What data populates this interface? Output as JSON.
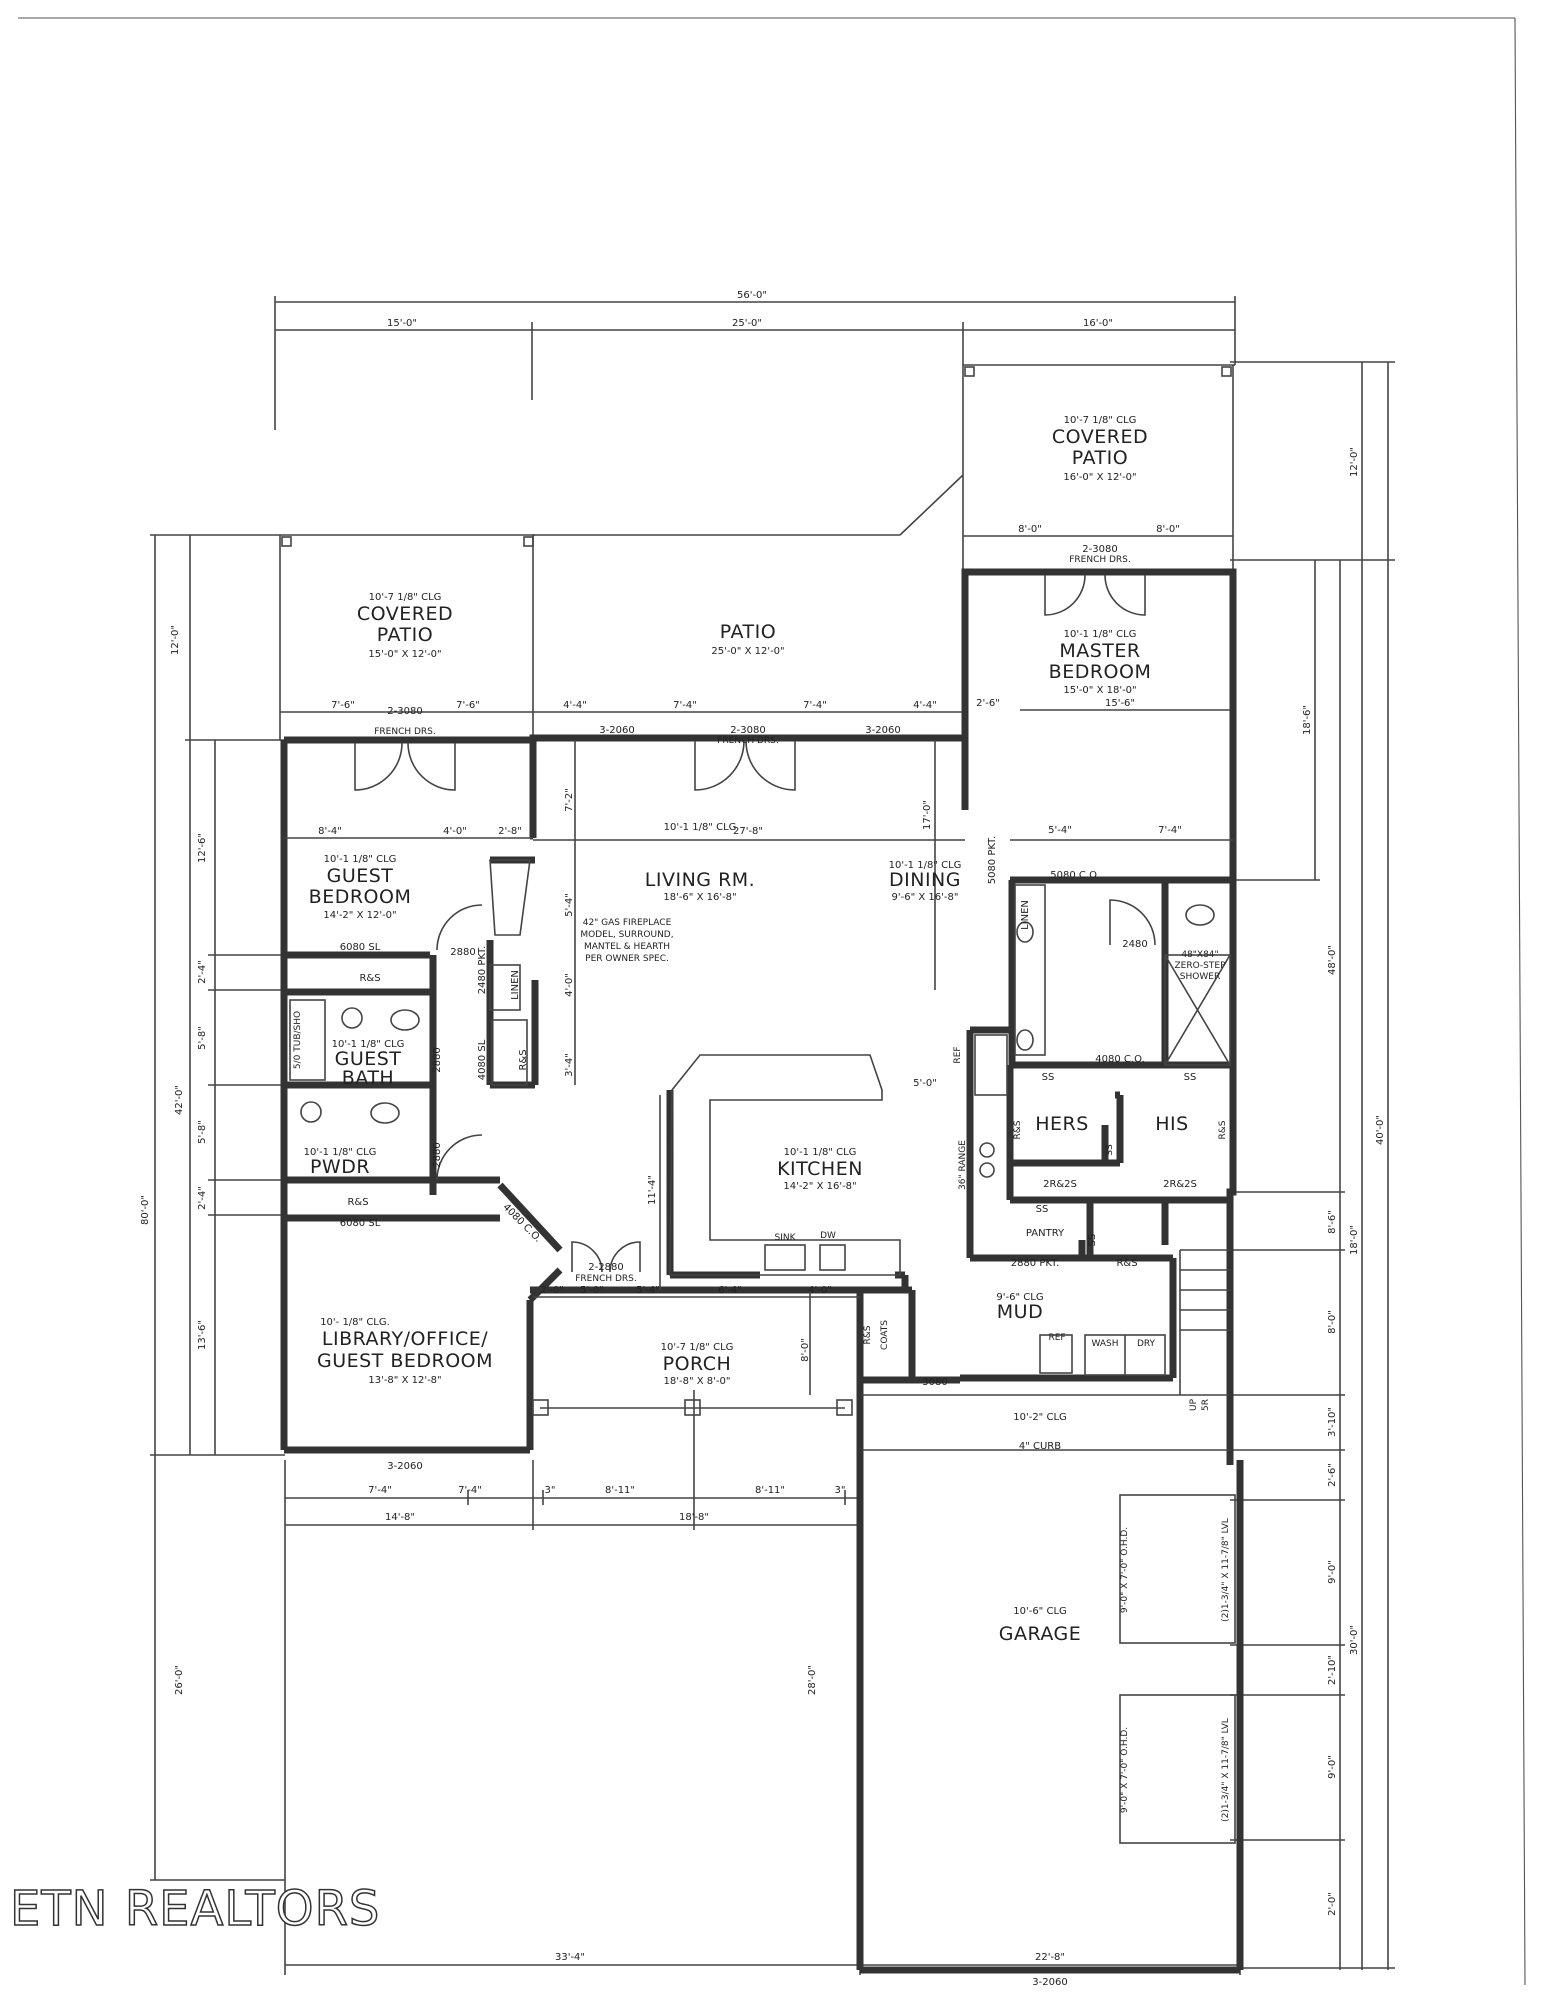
{
  "watermark": "ETN REALTORS",
  "dims": {
    "overall_top": "56'-0\"",
    "top_a": "15'-0\"",
    "top_b": "25'-0\"",
    "top_c": "16'-0\"",
    "cp_master_split_a": "8'-0\"",
    "cp_master_split_b": "8'-0\"",
    "cp_left_split_a": "7'-6\"",
    "cp_left_split_b": "7'-6\"",
    "patio_split_a": "4'-4\"",
    "patio_split_b": "7'-4\"",
    "patio_split_c": "7'-4\"",
    "patio_split_d": "4'-4\"",
    "master_split_a": "2'-6\"",
    "master_split_b": "15'-6\"",
    "guest_split_a": "8'-4\"",
    "guest_split_b": "4'-0\"",
    "guest_split_c": "2'-8\"",
    "living_width": "27'-8\"",
    "dining_height": "17'-0\"",
    "master_split_c": "5'-4\"",
    "master_split_d": "7'-4\"",
    "kitchen_split": "5'-0\"",
    "living_vert_a": "7'-2\"",
    "living_vert_b": "5'-4\"",
    "living_vert_c": "4'-0\"",
    "living_vert_d": "3'-4\"",
    "kitchen_vert": "11'-4\"",
    "porch_split_a": "2'-0\"",
    "porch_split_b": "5'-0\"",
    "porch_split_c": "5'-4\"",
    "porch_split_d": "6'-4\"",
    "porch_split_e": "4'-0\"",
    "porch_vert": "8'-0\"",
    "bottom_a": "7'-4\"",
    "bottom_b": "7'-4\"",
    "bottom_c": "3\"",
    "bottom_d": "8'-11\"",
    "bottom_e": "8'-11\"",
    "bottom_f": "3\"",
    "bottom_g": "14'-8\"",
    "bottom_h": "18'-8\"",
    "garage_depth": "28'-0\"",
    "left_drive": "26'-0\"",
    "overall_bottom_a": "33'-4\"",
    "overall_bottom_b": "22'-8\"",
    "left_a": "12'-0\"",
    "left_b": "12'-6\"",
    "left_c": "2'-4\"",
    "left_d": "5'-8\"",
    "left_e": "5'-8\"",
    "left_f": "2'-4\"",
    "left_g": "13'-6\"",
    "left_total_a": "42'-0\"",
    "left_total_b": "80'-0\"",
    "right_a": "12'-0\"",
    "right_b": "18'-6\"",
    "right_c": "48'-0\"",
    "right_d": "8'-6\"",
    "right_e": "8'-0\"",
    "right_f": "3'-10\"",
    "right_g": "2'-6\"",
    "right_h": "9'-0\"",
    "right_i": "2'-10\"",
    "right_j": "9'-0\"",
    "right_k": "2'-0\"",
    "right_l": "30'-0\"",
    "right_m": "18'-0\"",
    "right_n": "40'-0\""
  },
  "rooms": {
    "covered_patio_right": {
      "ceiling": "10'-7 1/8\" CLG",
      "name1": "COVERED",
      "name2": "PATIO",
      "size": "16'-0\" X 12'-0\""
    },
    "covered_patio_left": {
      "ceiling": "10'-7 1/8\" CLG",
      "name1": "COVERED",
      "name2": "PATIO",
      "size": "15'-0\" X 12'-0\""
    },
    "patio": {
      "name": "PATIO",
      "size": "25'-0\" X 12'-0\""
    },
    "master": {
      "ceiling": "10'-1 1/8\" CLG",
      "name1": "MASTER",
      "name2": "BEDROOM",
      "size": "15'-0\" X 18'-0\""
    },
    "guest_bedroom": {
      "ceiling": "10'-1 1/8\" CLG",
      "name1": "GUEST",
      "name2": "BEDROOM",
      "size": "14'-2\" X 12'-0\""
    },
    "living": {
      "ceiling": "10'-1 1/8\" CLG",
      "name": "LIVING RM.",
      "size": "18'-6\" X 16'-8\""
    },
    "dining": {
      "ceiling": "10'-1 1/8\" CLG",
      "name": "DINING",
      "size": "9'-6\" X 16'-8\""
    },
    "guest_bath": {
      "ceiling": "10'-1 1/8\" CLG",
      "name1": "GUEST",
      "name2": "BATH"
    },
    "pwdr": {
      "ceiling": "10'-1 1/8\" CLG",
      "name": "PWDR"
    },
    "kitchen": {
      "ceiling": "10'-1 1/8\" CLG",
      "name": "KITCHEN",
      "size": "14'-2\" X 16'-8\""
    },
    "library": {
      "ceiling": "10'- 1/8\" CLG.",
      "name1": "LIBRARY/OFFICE/",
      "name2": "GUEST BEDROOM",
      "size": "13'-8\" X 12'-8\""
    },
    "porch": {
      "ceiling": "10'-7 1/8\" CLG",
      "name": "PORCH",
      "size": "18'-8\" X 8'-0\""
    },
    "mud": {
      "ceiling": "9'-6\" CLG",
      "name": "MUD"
    },
    "garage": {
      "ceiling": "10'-6\" CLG",
      "name": "GARAGE",
      "curb": "4\" CURB",
      "ceiling2": "10'-2\" CLG"
    },
    "hers": {
      "name": "HERS"
    },
    "his": {
      "name": "HIS"
    },
    "pantry": {
      "name": "PANTRY"
    }
  },
  "notes": {
    "door_master": "2-3080",
    "door_master2": "FRENCH DRS.",
    "door_left_cp": "2-3080",
    "door_left_cp2": "FRENCH DRS.",
    "door_living": "2-3080",
    "door_living2": "FRENCH DRS.",
    "win_3060": "3-2060",
    "win_3060b": "3-2060",
    "win_library": "3-2060",
    "win_garage": "3-2060",
    "win_6080sl": "6080 SL",
    "win_6080sl2": "6080 SL",
    "fireplace1": "42\" GAS FIREPLACE",
    "fireplace2": "MODEL, SURROUND,",
    "fireplace3": "MANTEL & HEARTH",
    "fireplace4": "PER OWNER SPEC.",
    "rs_1": "R&S",
    "rs_2": "R&S",
    "rs_3": "R&S",
    "rs_4": "R&S",
    "rs_5": "R&S",
    "rs_6": "R&S",
    "linen_1": "LINEN",
    "linen_2": "LINEN",
    "pkt_2480": "2480 PKT.",
    "sl_4080": "4080 SL",
    "door_2880": "2880",
    "door_2880b": "2880",
    "door_2880c": "2880",
    "door_2480": "2480",
    "co_5080": "5080 C.O.",
    "co_4080": "4080 C.O.",
    "pkt_5080": "5080 PKT.",
    "shower1": "48\"X84\"",
    "shower2": "ZERO-STEP",
    "shower3": "SHOWER",
    "tub": "5/0 TUB/SHO",
    "co_4080b": "4080 C.O.",
    "ss_1": "SS",
    "ss_2": "SS",
    "ss_3": "SS",
    "ss_4": "SS",
    "ss_5": "SS",
    "r2s": "2R&2S",
    "r2s_b": "2R&2S",
    "ref": "REF",
    "ref2": "REF",
    "range": "36\" RANGE",
    "sink": "SINK",
    "dw": "DW",
    "french_2880": "2-2880",
    "french_2880b": "FRENCH DRS.",
    "pkt_2880": "2880 PKT.",
    "rs_coats": "R&S",
    "coats": "COATS",
    "door_3080": "3080",
    "wash": "WASH",
    "dry": "DRY",
    "ohd1": "9'-0\" X 7'-0\" O.H.D.",
    "lvl1": "(2)1-3/4\" X 11-7/8\" LVL",
    "ohd2": "9'-0\" X 7'-0\" O.H.D.",
    "lvl2": "(2)1-3/4\" X 11-7/8\" LVL",
    "up": "UP",
    "steps": "5R"
  }
}
